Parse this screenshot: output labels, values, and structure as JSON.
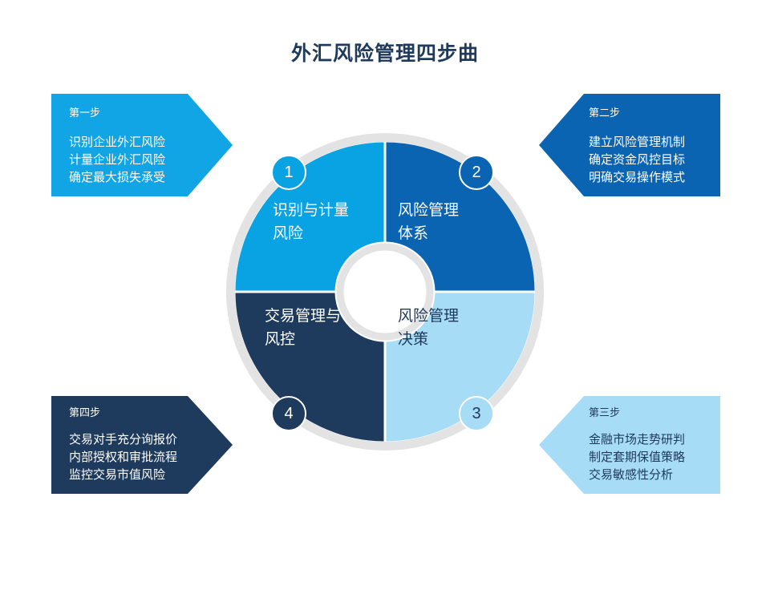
{
  "header": {
    "title": "外汇风险管理四步曲"
  },
  "colors": {
    "background": "#ffffff",
    "title_text": "#1f3a5b",
    "ring_gray": "#E3E3E3",
    "hub_white": "#ffffff",
    "segment_1": "#09A2E3",
    "segment_2": "#0A64B2",
    "segment_3": "#A6DCF5",
    "segment_4": "#1E3A5C",
    "dark_text": "#1f3a5b",
    "light_text": "#ffffff"
  },
  "wheel": {
    "type": "donut-4-quadrant",
    "segments": [
      {
        "number": "1",
        "label": "识别与计量\n风险",
        "color": "#09A2E3",
        "text_color": "#ffffff",
        "badge_text_color": "#ffffff",
        "quadrant": "top-left",
        "share_percent": 25
      },
      {
        "number": "2",
        "label": "风险管理\n体系",
        "color": "#0A64B2",
        "text_color": "#ffffff",
        "badge_text_color": "#ffffff",
        "quadrant": "top-right",
        "share_percent": 25
      },
      {
        "number": "3",
        "label": "风险管理\n决策",
        "color": "#A6DCF5",
        "text_color": "#1f3a5b",
        "badge_text_color": "#1f3a5b",
        "quadrant": "bottom-right",
        "share_percent": 25
      },
      {
        "number": "4",
        "label": "交易管理与\n风控",
        "color": "#1E3A5C",
        "text_color": "#ffffff",
        "badge_text_color": "#ffffff",
        "quadrant": "bottom-left",
        "share_percent": 25
      }
    ]
  },
  "callouts": [
    {
      "step": "第一步",
      "lines": "识别企业外汇风险\n计量企业外汇风险\n确定最大损失承受",
      "color": "#12A5E5",
      "text_color": "#ffffff",
      "direction": "right",
      "position": "top-left"
    },
    {
      "step": "第二步",
      "lines": "建立风险管理机制\n确定资金风控目标\n明确交易操作模式",
      "color": "#0A64B2",
      "text_color": "#ffffff",
      "direction": "left",
      "position": "top-right"
    },
    {
      "step": "第三步",
      "lines": "金融市场走势研判\n制定套期保值策略\n交易敏感性分析",
      "color": "#A6DCF5",
      "text_color": "#1f3a5b",
      "direction": "left",
      "position": "bottom-right"
    },
    {
      "step": "第四步",
      "lines": "交易对手充分询报价\n内部授权和审批流程\n监控交易市值风险",
      "color": "#1E3A5C",
      "text_color": "#ffffff",
      "direction": "right",
      "position": "bottom-left"
    }
  ]
}
